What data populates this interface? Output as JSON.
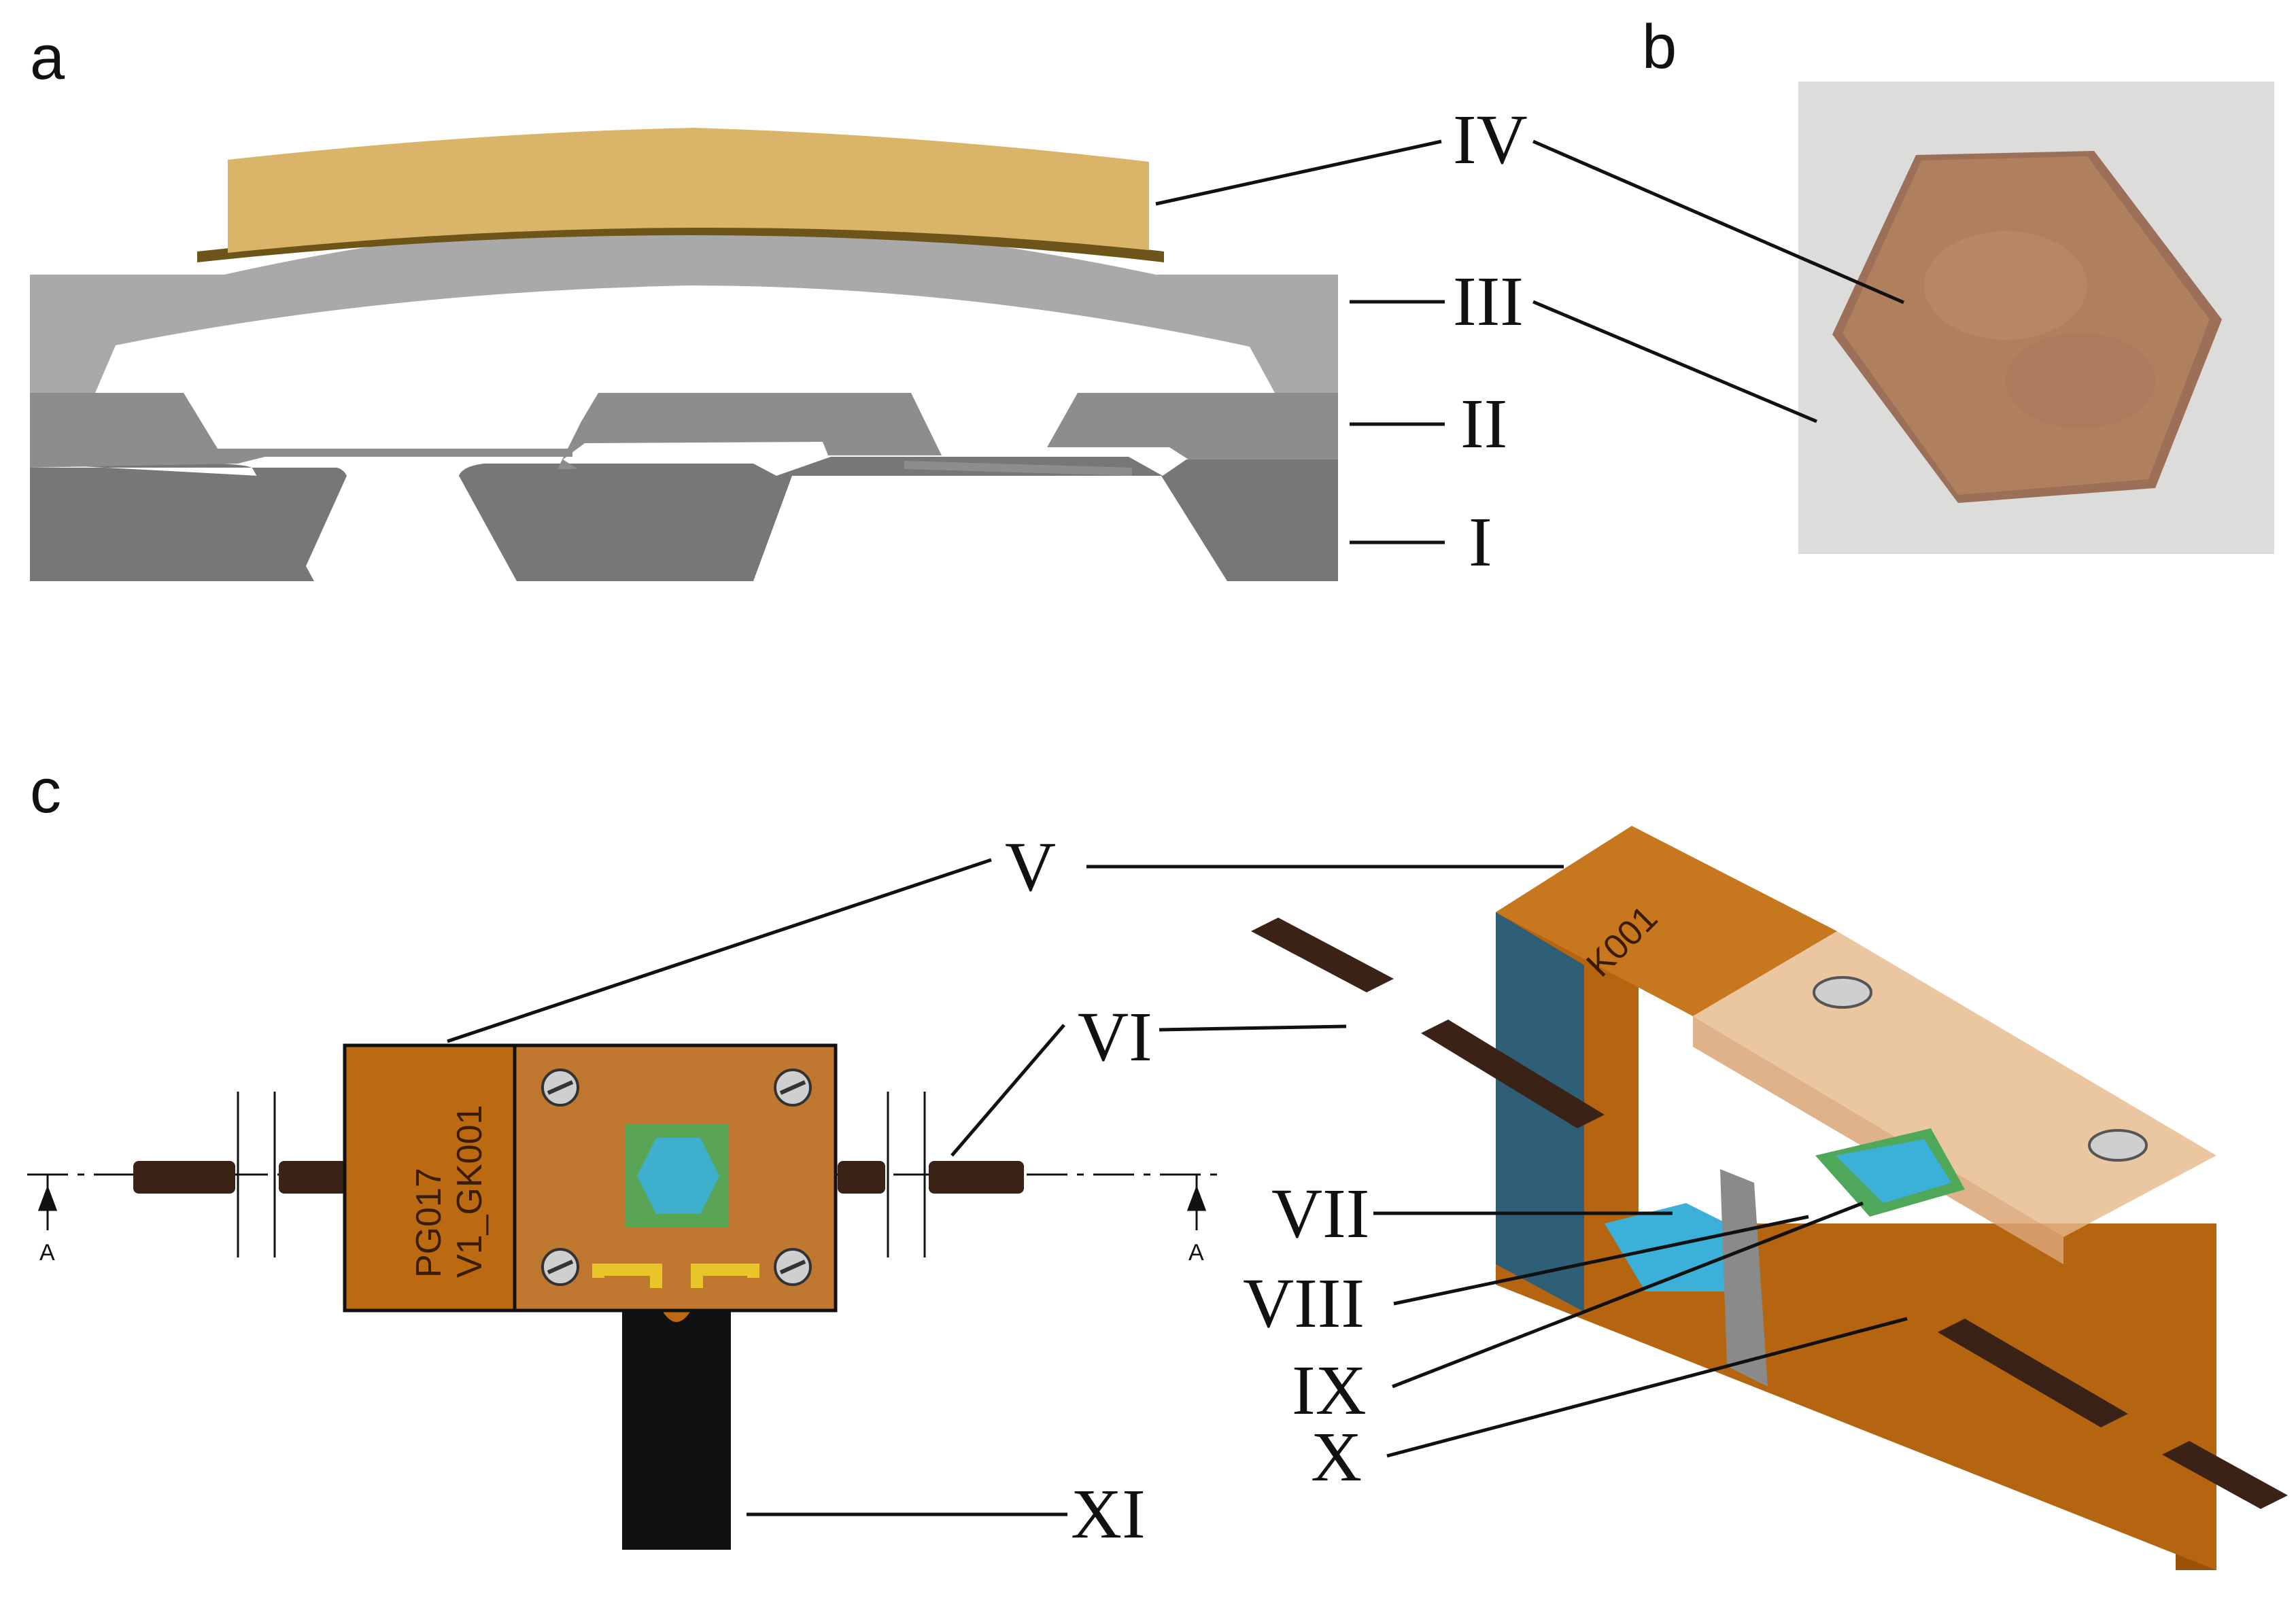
{
  "panels": {
    "a": "a",
    "b": "b",
    "c": "c"
  },
  "labels": {
    "I": "I",
    "II": "II",
    "III": "III",
    "IV": "IV",
    "V": "V",
    "VI": "VI",
    "VII": "VII",
    "VIII": "VIII",
    "IX": "IX",
    "X": "X",
    "XI": "XI"
  },
  "section_marker": "A",
  "engraving": {
    "line1": "PG017",
    "line2": "V1_GK001",
    "side": "K001"
  },
  "colors": {
    "film": "#d9b469",
    "membrane": "#a9a9a9",
    "layer_ii": "#8d8d8d",
    "layer_i": "#777777",
    "copper": "#bc6a12",
    "copper_dark": "#9a5208",
    "teal": "#2e5f76",
    "green": "#4fa85a",
    "cyan": "#3bb1da",
    "tube": "#3a2216",
    "crystal": "#b07f5e",
    "substrate": "#dcdcda"
  }
}
